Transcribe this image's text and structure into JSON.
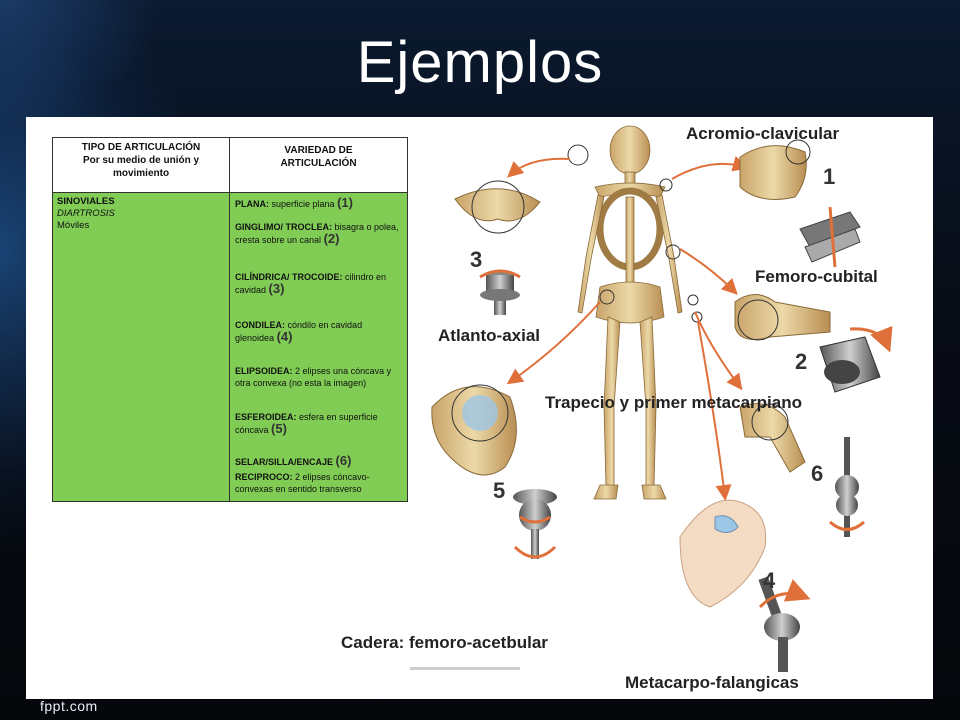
{
  "slide": {
    "title": "Ejemplos",
    "footer": "fppt.com"
  },
  "table": {
    "header_left": [
      "TIPO DE ARTICULACIÓN",
      "Por su medio de unión y",
      "movimiento"
    ],
    "header_right": [
      "VARIEDAD DE",
      "ARTICULACIÓN"
    ],
    "category": {
      "line1": "SINOVIALES",
      "line2": "DIARTROSIS",
      "line3": "Móviles"
    },
    "varieties": [
      {
        "name": "PLANA:",
        "desc": "superficie plana",
        "num": "(1)"
      },
      {
        "name": "GINGLIMO/ TROCLEA:",
        "desc": "bisagra o polea, cresta sobre un canal",
        "num": "(2)"
      },
      {
        "name": "CILÍNDRICA/ TROCOIDE:",
        "desc": "cilindro en cavidad",
        "num": "(3)"
      },
      {
        "name": "CONDILEA:",
        "desc": "cóndilo en cavidad glenoidea",
        "num": "(4)"
      },
      {
        "name": "ELIPSOIDEA:",
        "desc": "2 elipses una cóncava y otra convexa (no esta la imagen)",
        "num": ""
      },
      {
        "name": "ESFEROIDEA:",
        "desc": "esfera en superficie cóncava",
        "num": "(5)"
      },
      {
        "name": "SELAR/SILLA/ENCAJE",
        "desc": "",
        "num": "(6)"
      },
      {
        "name": "RECIPROCO:",
        "desc": "2 elipses cóncavo-convexas en sentido transverso",
        "num": ""
      }
    ]
  },
  "figure": {
    "labels": {
      "acromio": "Acromio-clavicular",
      "femoro_cubital": "Femoro-cubital",
      "atlanto": "Atlanto-axial",
      "trapecio": "Trapecio y primer metacarpiano",
      "cadera": "Cadera: femoro-acetbular",
      "metacarpo": "Metacarpo-falangicas"
    },
    "numbers": {
      "n1": "1",
      "n2": "2",
      "n3": "3",
      "n4": "4",
      "n5": "5",
      "n6": "6"
    }
  }
}
